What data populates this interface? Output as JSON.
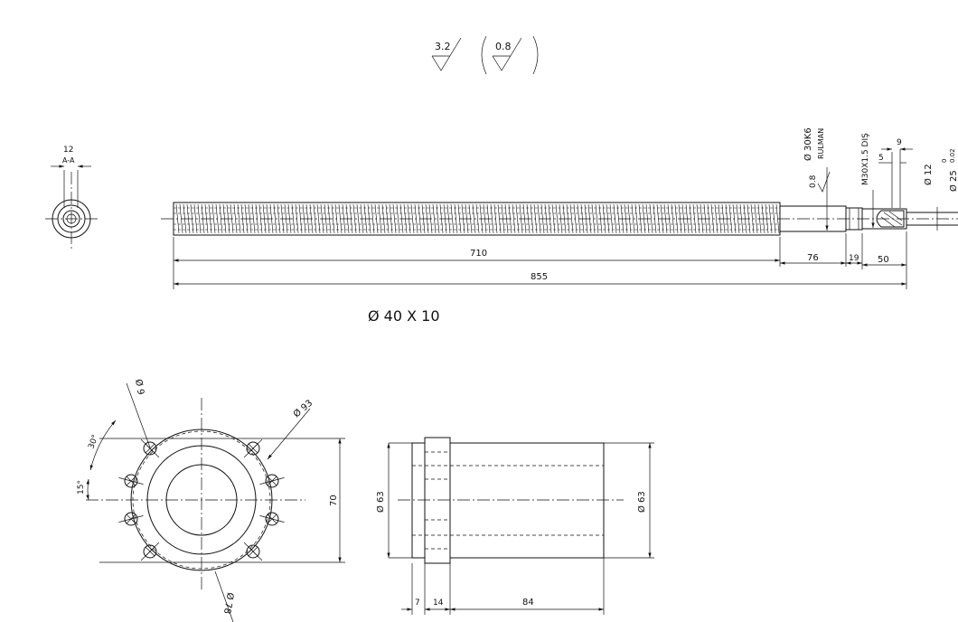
{
  "surface_finish": {
    "general_value": "3.2",
    "specific_value": "0.8"
  },
  "shaft": {
    "title": "Ø 40 X 10",
    "dims": {
      "thread_len": "710",
      "journal_len": "76",
      "collar_len": "19",
      "end_len": "50",
      "total_len": "855"
    },
    "callouts": {
      "bearing_fit": "Ø 30K6",
      "bearing_word": "RULMAN",
      "surface_label": "0.8",
      "thread_spec": "M30X1.5 DIŞ",
      "end_small_dia": "Ø 12",
      "end_large_dia": "Ø 25",
      "tol_upper": "0",
      "tol_lower": "0.02",
      "dim_9": "9",
      "dim_5": "5"
    }
  },
  "end_view": {
    "width_label": "12",
    "section_label": "A-A"
  },
  "flange_nut": {
    "hole_dia": "Ø 9",
    "pcd": "Ø 93",
    "angle_30": "30°",
    "angle_15": "15°",
    "height_70": "70",
    "outer_dia": "Ø 78"
  },
  "nut_side": {
    "dia_left": "Ø 63",
    "dia_right": "Ø 63",
    "dim_7": "7",
    "dim_14": "14",
    "dim_84": "84"
  }
}
